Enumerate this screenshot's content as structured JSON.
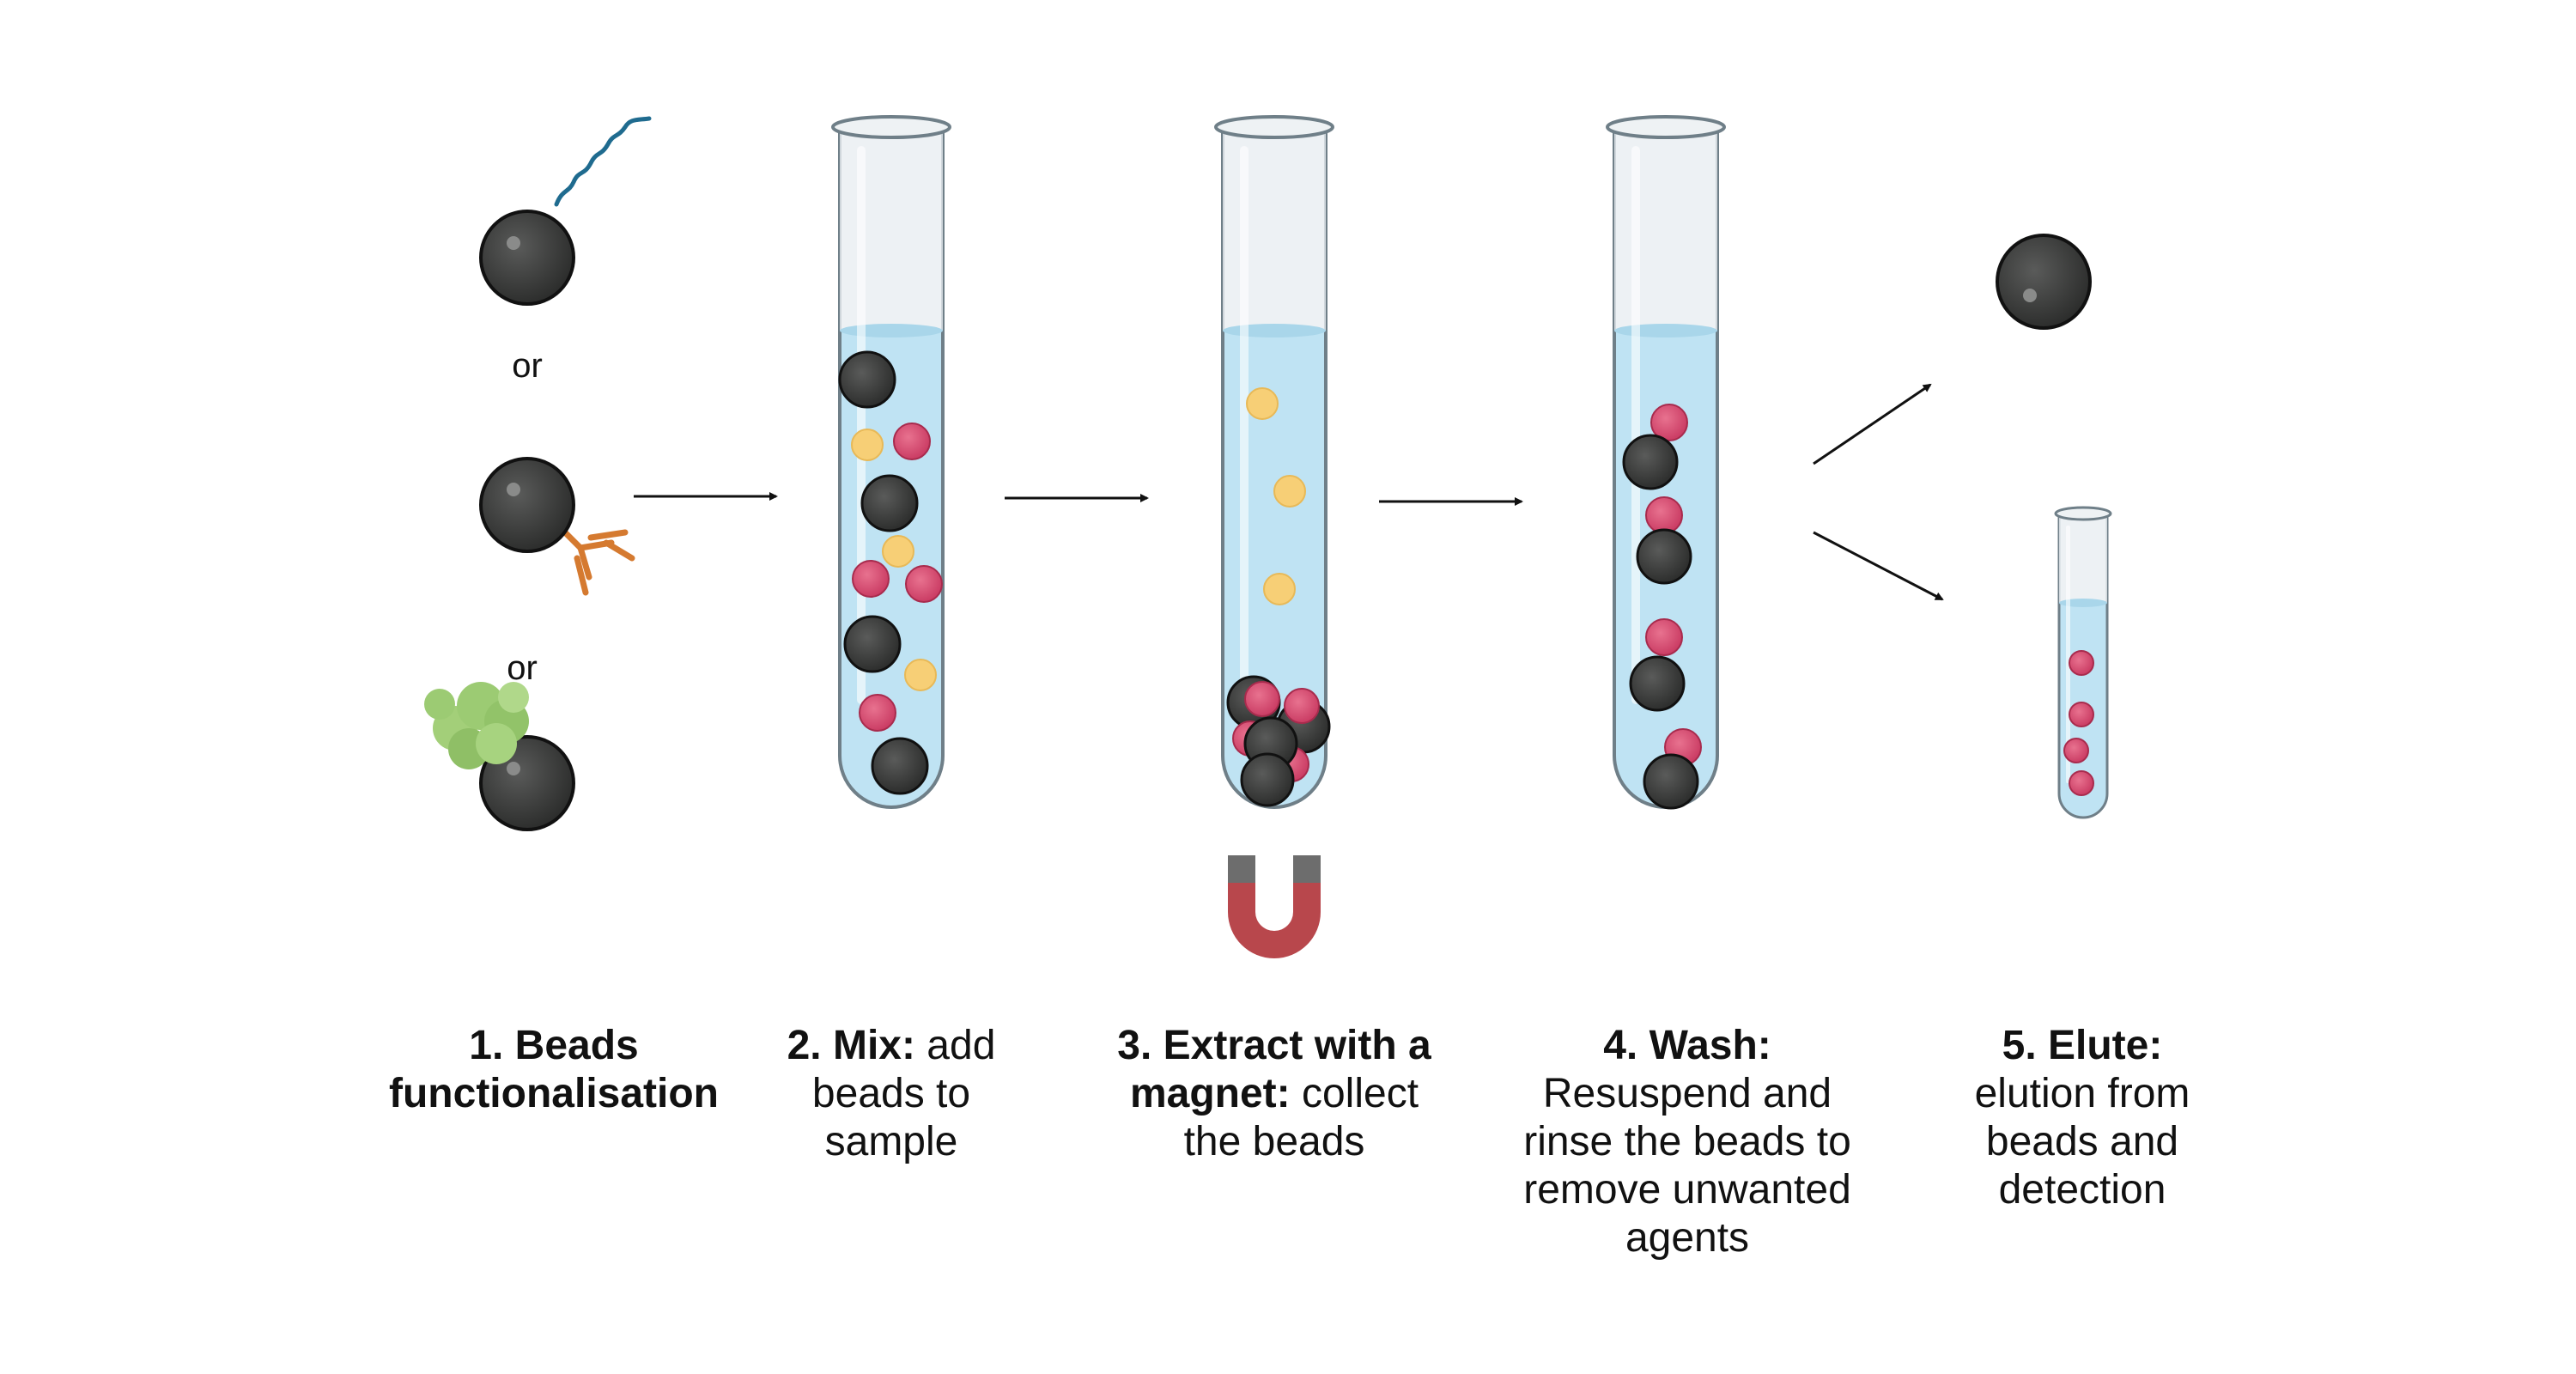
{
  "functionalisation": {
    "or_1": "or",
    "or_2": "or"
  },
  "steps": [
    {
      "bold": "1.  Beads functionalisation",
      "rest": ""
    },
    {
      "bold": "2. Mix:",
      "rest": " add beads to sample"
    },
    {
      "bold": "3. Extract with a magnet:",
      "rest": " collect the beads"
    },
    {
      "bold": "4. Wash:",
      "rest": " Resuspend and rinse the beads to remove unwanted agents"
    },
    {
      "bold": "5. Elute:",
      "rest": " elution from beads and detection"
    }
  ],
  "colors": {
    "bead": "#3a3b3a",
    "target": "#d8456e",
    "contaminant": "#f7cf76",
    "liquid": "#bfe3f3",
    "magnet": "#b8474c",
    "antibody": "#d57a30",
    "dna": "#1f6b8f",
    "protein": "#9ccb73"
  },
  "icons": [
    "magnetic-bead-icon",
    "dna-strand-icon",
    "antibody-icon",
    "protein-icon",
    "test-tube-icon",
    "magnet-icon",
    "arrow-icon"
  ]
}
